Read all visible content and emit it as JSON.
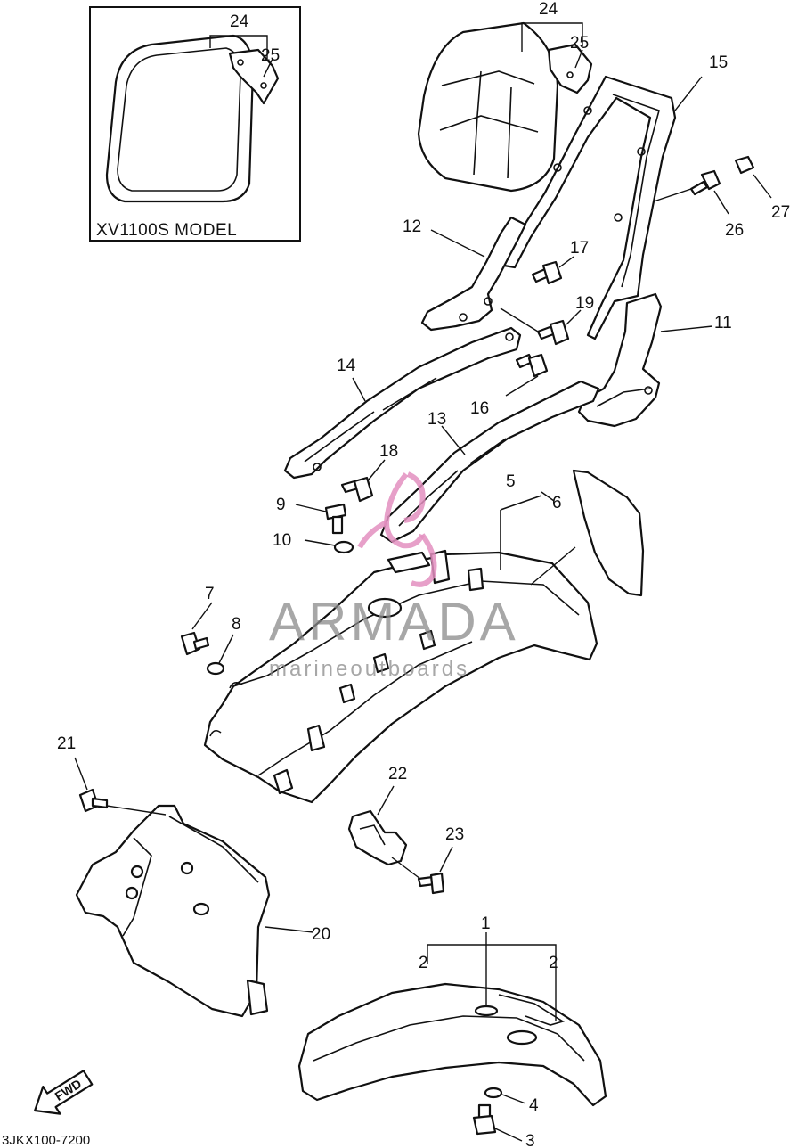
{
  "inset": {
    "label": "XV1100S MODEL"
  },
  "callouts": {
    "c1": "1",
    "c2a": "2",
    "c2b": "2",
    "c3": "3",
    "c4": "4",
    "c5": "5",
    "c6": "6",
    "c7": "7",
    "c8": "8",
    "c9": "9",
    "c10": "10",
    "c11": "11",
    "c12": "12",
    "c13": "13",
    "c14": "14",
    "c15": "15",
    "c16": "16",
    "c17": "17",
    "c18": "18",
    "c19": "19",
    "c20": "20",
    "c21": "21",
    "c22": "22",
    "c23": "23",
    "c24a": "24",
    "c24b": "24",
    "c25a": "25",
    "c25b": "25",
    "c26": "26",
    "c27": "27"
  },
  "watermark": {
    "brand": "ARMADA",
    "tagline": "marineoutboards",
    "color": "#e38fbf"
  },
  "fwd_arrow": {
    "label": "FWD"
  },
  "diagram_code": "3JKX100-7200"
}
